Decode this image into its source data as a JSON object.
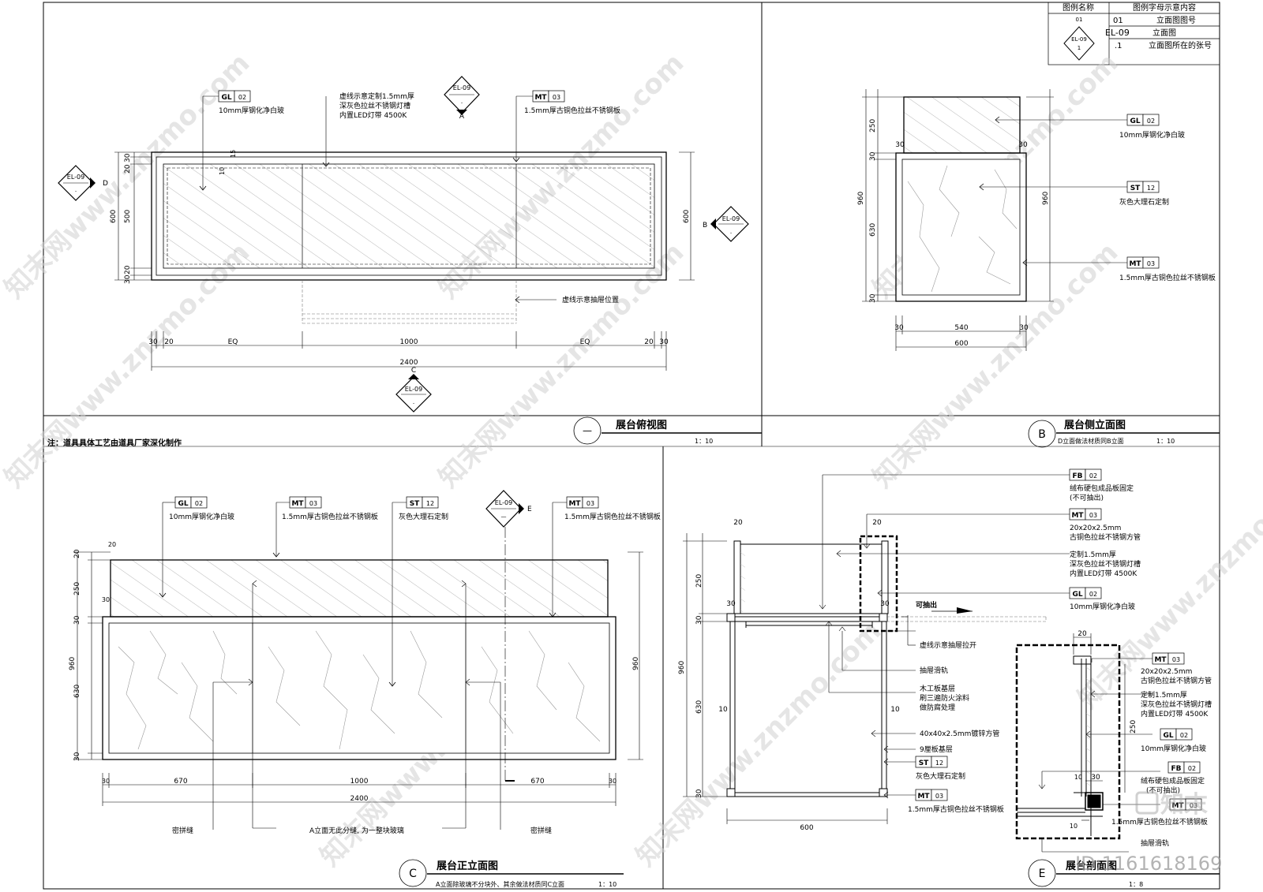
{
  "legend": {
    "col1": "图例名称",
    "col2": "图例字母示意内容",
    "rows": [
      {
        "code": "01",
        "label": "立面图图号"
      },
      {
        "code": "EL-09",
        "label": "立面图"
      },
      {
        "code": ".1",
        "label": "立面图所在的张号"
      }
    ],
    "symbol_code": "EL-09",
    "symbol_sub": "1",
    "symbol_top": "01"
  },
  "tags": {
    "gl": "GL",
    "mt": "MT",
    "st": "ST",
    "fb": "FB",
    "n02": "02",
    "n03": "03",
    "n12": "12",
    "el": "EL-09",
    "dot": ".",
    "dash": "—"
  },
  "materials": {
    "glass": "10mm厚钢化净白玻",
    "steel": "1.5mm厚古铜色拉丝不锈钢板",
    "marble": "灰色大理石定制",
    "dashed_lamp_1": "虚线示意定制1.5mm厚",
    "dashed_lamp_2": "深灰色拉丝不锈钢灯槽",
    "dashed_lamp_3": "内置LED灯带 4500K",
    "drawer_pos": "虚线示意抽屉位置",
    "fb1": "绒布硬包成品板固定",
    "fb2": "(不可抽出)",
    "tube1": "20x20x2.5mm",
    "tube2": "古铜色拉丝不锈钢方管",
    "lamp1": "定制1.5mm厚",
    "lamp2": "深灰色拉丝不锈钢灯槽",
    "lamp3": "内置LED灯带 4500K",
    "pull": "可抽出",
    "drawer_open": "虚线示意抽屉拉开",
    "rail": "抽屉滑轨",
    "wood1": "木工板基层",
    "wood2": "刷三遍防火涂料",
    "wood3": "做防腐处理",
    "galv": "40x40x2.5mm镀锌方管",
    "ply": "9厘板基层",
    "seam": "密拼缝",
    "a_note": "A立面无此分缝, 为一整块玻璃"
  },
  "letters": {
    "a": "A",
    "b": "B",
    "c": "C",
    "d": "D",
    "e": "E"
  },
  "dims": {
    "d20": "20",
    "d30": "30",
    "d10": "10",
    "d15": "15",
    "d250": "250",
    "d500": "500",
    "d540": "540",
    "d600": "600",
    "d630": "630",
    "d670": "670",
    "d960": "960",
    "d1000": "1000",
    "d2400": "2400",
    "eq": "EQ"
  },
  "titles": {
    "top": "展台俯视图",
    "top_scale": "1：10",
    "top_num": "—",
    "side": "展台侧立面图",
    "side_note": "D立面做法材质同B立面",
    "side_scale": "1：10",
    "side_num": "B",
    "front": "展台正立面图",
    "front_note": "A立面除玻璃不分块外、其余做法材质同C立面",
    "front_scale": "1：10",
    "front_num": "C",
    "section": "展台剖面图",
    "section_scale": "1：8",
    "section_num": "E"
  },
  "footnote": "注：道具具体工艺由道具厂家深化制作",
  "watermark": {
    "text": "知末网www.znzmo.com",
    "logo": "知末",
    "id": "ID:1161618169"
  }
}
